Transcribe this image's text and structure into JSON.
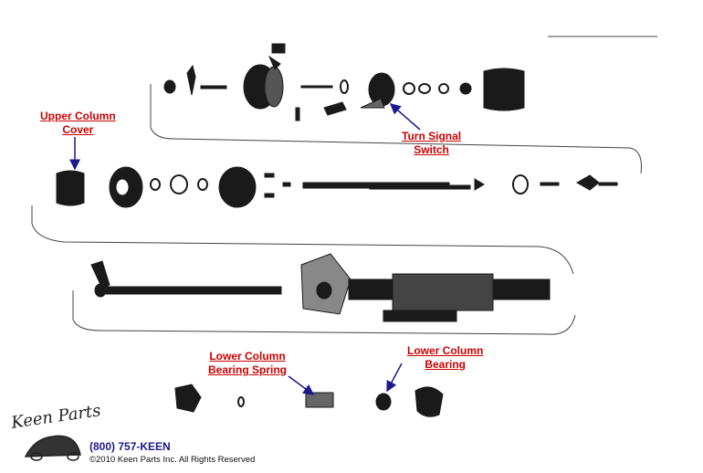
{
  "callouts": {
    "upper_column_cover": {
      "line1": "Upper Column",
      "line2": "Cover"
    },
    "turn_signal_switch": {
      "line1": "Turn Signal",
      "line2": "Switch"
    },
    "lower_column_bearing_spring": {
      "line1": "Lower Column",
      "line2": "Bearing Spring"
    },
    "lower_column_bearing": {
      "line1": "Lower Column",
      "line2": "Bearing"
    }
  },
  "footer": {
    "phone": "(800) 757-KEEN",
    "copyright": "©2010 Keen Parts Inc. All Rights Reserved"
  },
  "logo": {
    "text": "Keen Parts"
  },
  "colors": {
    "callout": "#cc0000",
    "arrow": "#1a1a8c",
    "ink": "#1a1a1a"
  }
}
